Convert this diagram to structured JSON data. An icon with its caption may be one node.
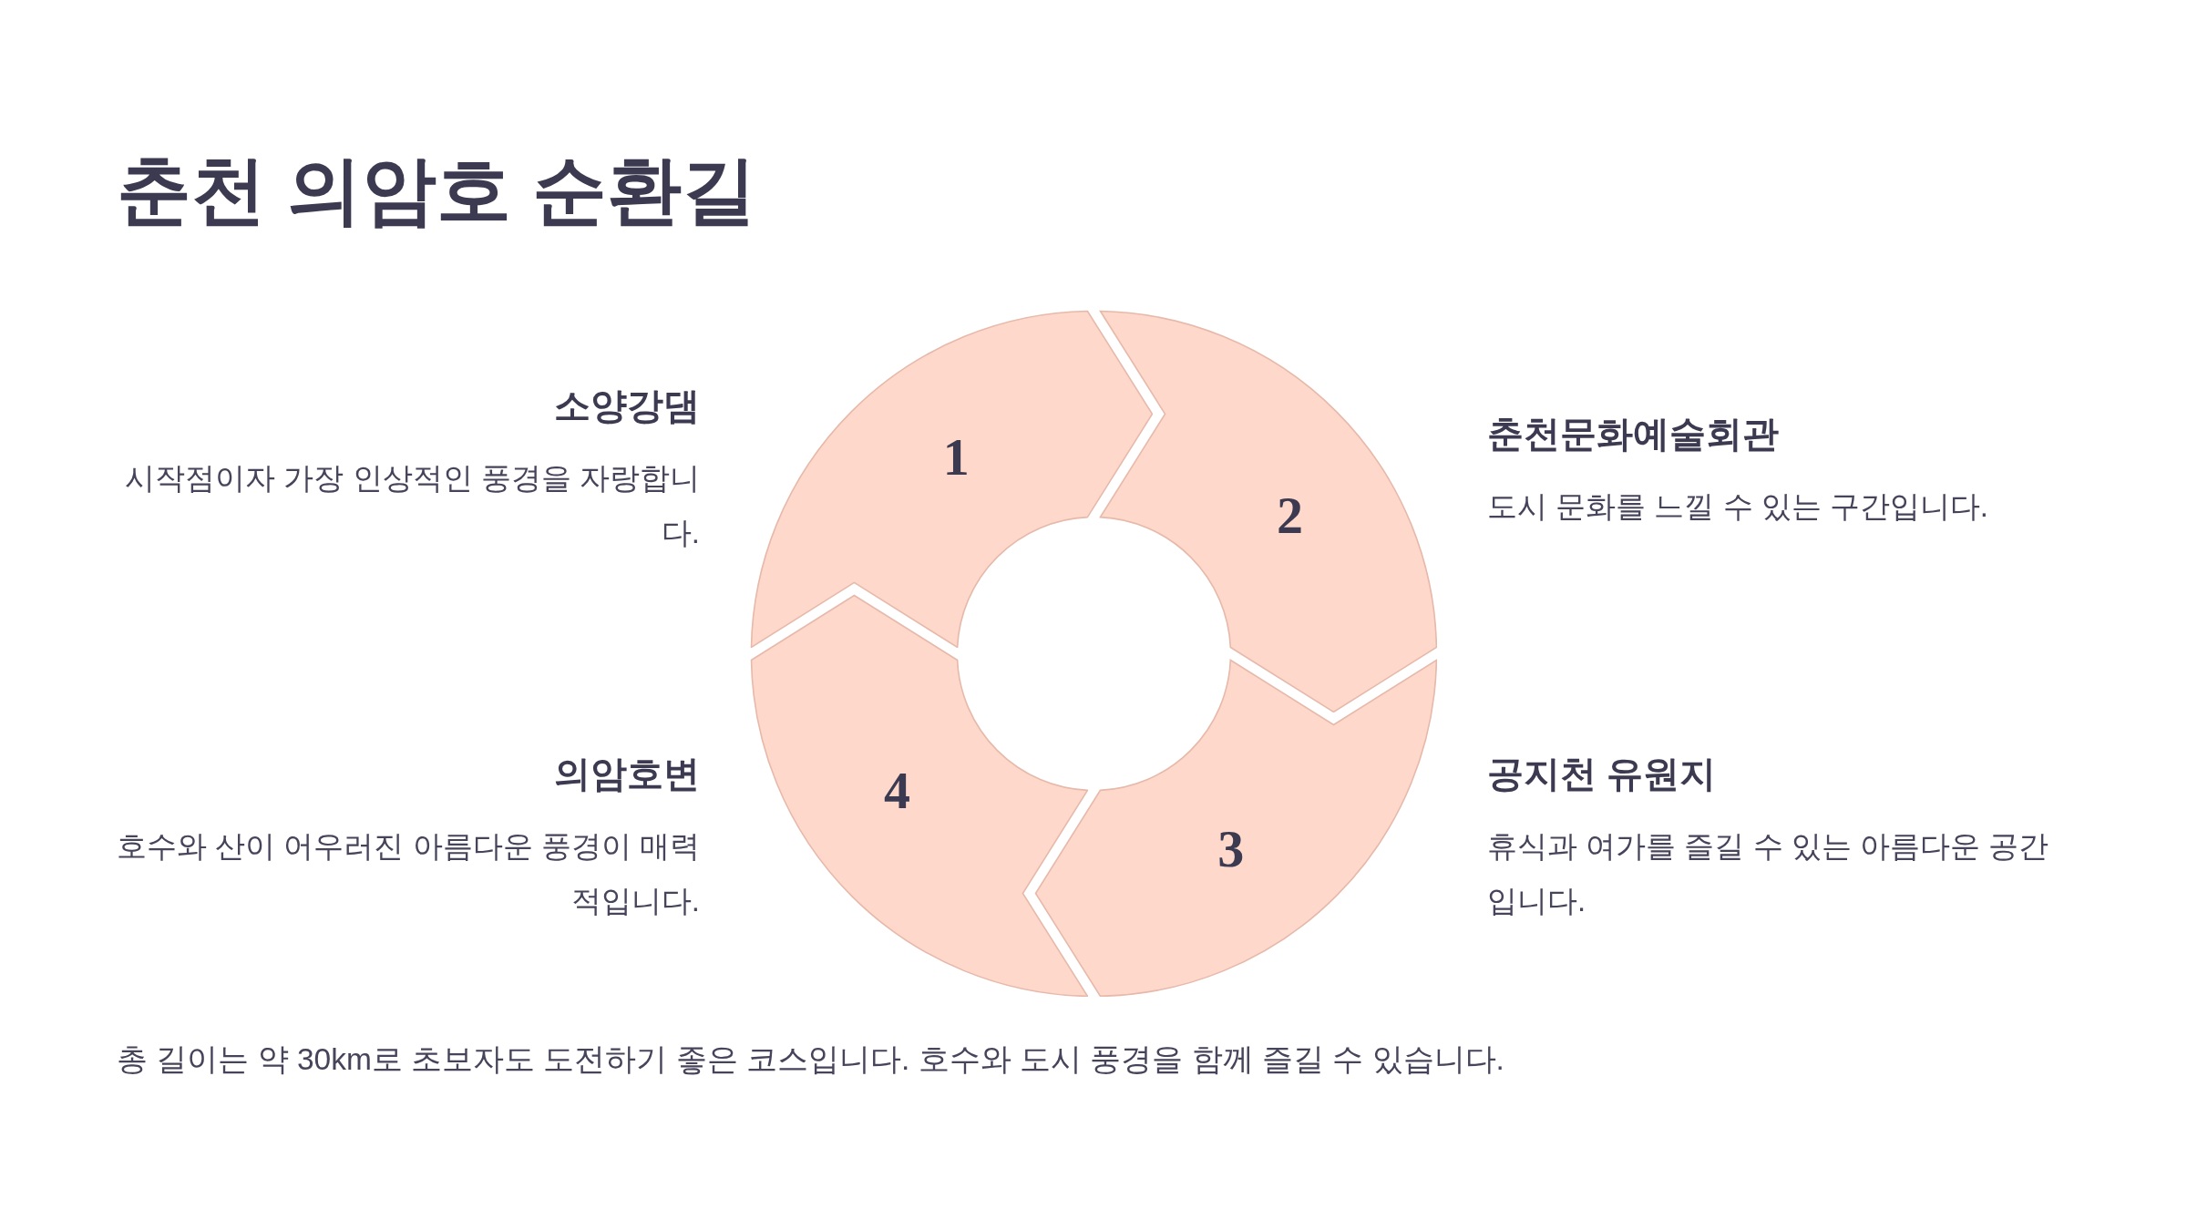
{
  "diagram": {
    "title": "춘천 의암호 순환길",
    "nodes": [
      {
        "text": [
          "1"
        ],
        "beside": [
          "소양강댐",
          "시작점이자 가장 인상적인 풍경을 자랑합니다."
        ]
      },
      {
        "text": [
          "2"
        ],
        "beside": [
          "춘천문화예술회관",
          "도시 문화를 느낄 수 있는 구간입니다."
        ]
      },
      {
        "text": [
          "3"
        ],
        "beside": [
          "공지천 유원지",
          "휴식과 여가를 즐길 수 있는 아름다운 공간입니다."
        ]
      },
      {
        "text": [
          "4"
        ],
        "beside": [
          "의암호변",
          "호수와 산이 어우러진 아름다운 풍경이 매력적입니다."
        ]
      }
    ],
    "caption": "총 길이는 약 30km로 초보자도 도전하기 좋은 코스입니다. 호수와 도시 풍경을 함께 즐길 수 있습니다."
  }
}
